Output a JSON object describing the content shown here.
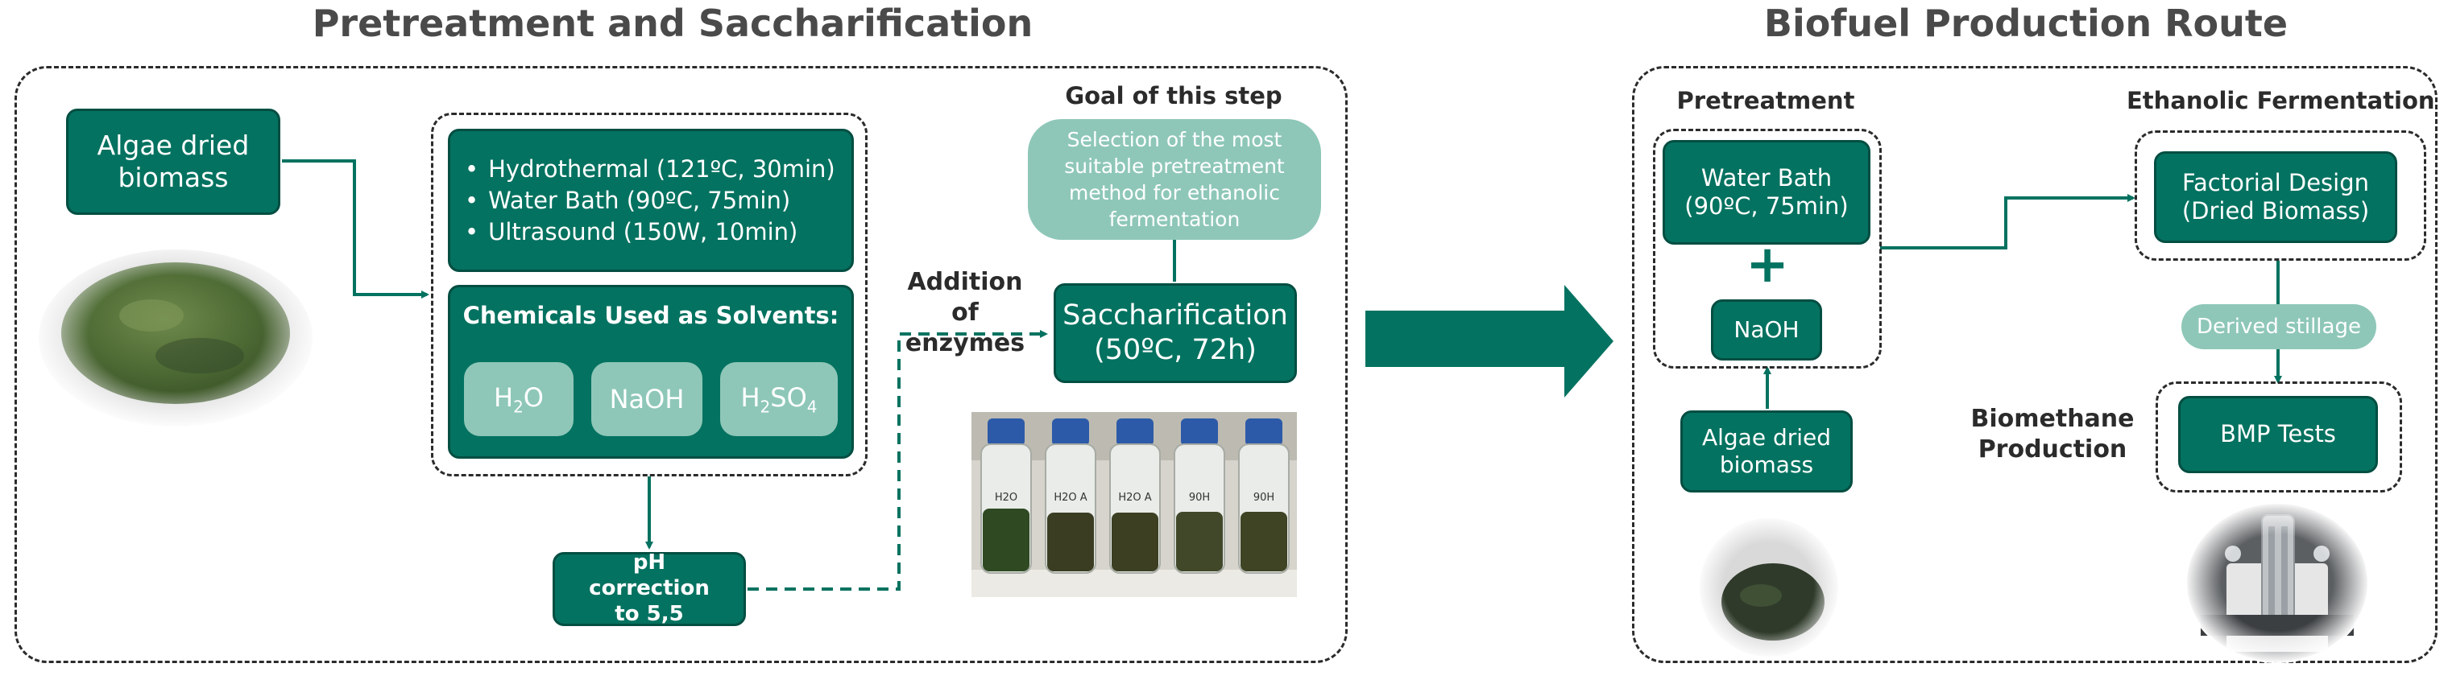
{
  "left_title": "Pretreatment and Saccharification",
  "right_title": "Biofuel Production Route",
  "left": {
    "algae_box": "Algae dried biomass",
    "methods": [
      "Hydrothermal (121ºC, 30min)",
      "Water Bath (90ºC, 75min)",
      "Ultrasound (150W, 10min)"
    ],
    "chemicals_title": "Chemicals Used as Solvents:",
    "chemicals": [
      {
        "main": "H",
        "sub": "2",
        "tail": "O",
        "sub2": ""
      },
      {
        "main": "NaOH",
        "sub": "",
        "tail": "",
        "sub2": ""
      },
      {
        "main": "H",
        "sub": "2",
        "tail": "SO",
        "sub2": "4"
      }
    ],
    "ph_box": "pH correction to 5,5",
    "enzymes_label": "Addition of enzymes",
    "sacch_box": "Saccharification (50ºC, 72h)",
    "goal_label": "Goal of this step",
    "goal_text": "Selection of the most suitable pretreatment method for ethanolic fermentation",
    "bottle_labels": [
      "H2O",
      "H2O A",
      "H2O A",
      "90H",
      "90H"
    ]
  },
  "right": {
    "pretreatment_label": "Pretreatment",
    "water_bath_box": "Water Bath (90ºC, 75min)",
    "plus": "+",
    "naoh_box": "NaOH",
    "algae_box": "Algae dried biomass",
    "fermentation_label": "Ethanolic Fermentation",
    "factorial_box": "Factorial Design (Dried Biomass)",
    "stillage_chip": "Derived stillage",
    "biomethane_label": "Biomethane Production",
    "bmp_box": "BMP Tests"
  },
  "colors": {
    "box_fill": "#047260",
    "box_border": "#034e42",
    "chip": "#8ec7b8",
    "arrow": "#047260"
  },
  "icons": {
    "big_arrow": "right-block-arrow-icon",
    "algae_photo": "green-powder-pile-image",
    "bottles_photo": "sample-bottles-image",
    "bmp_photo": "bmp-apparatus-image"
  }
}
